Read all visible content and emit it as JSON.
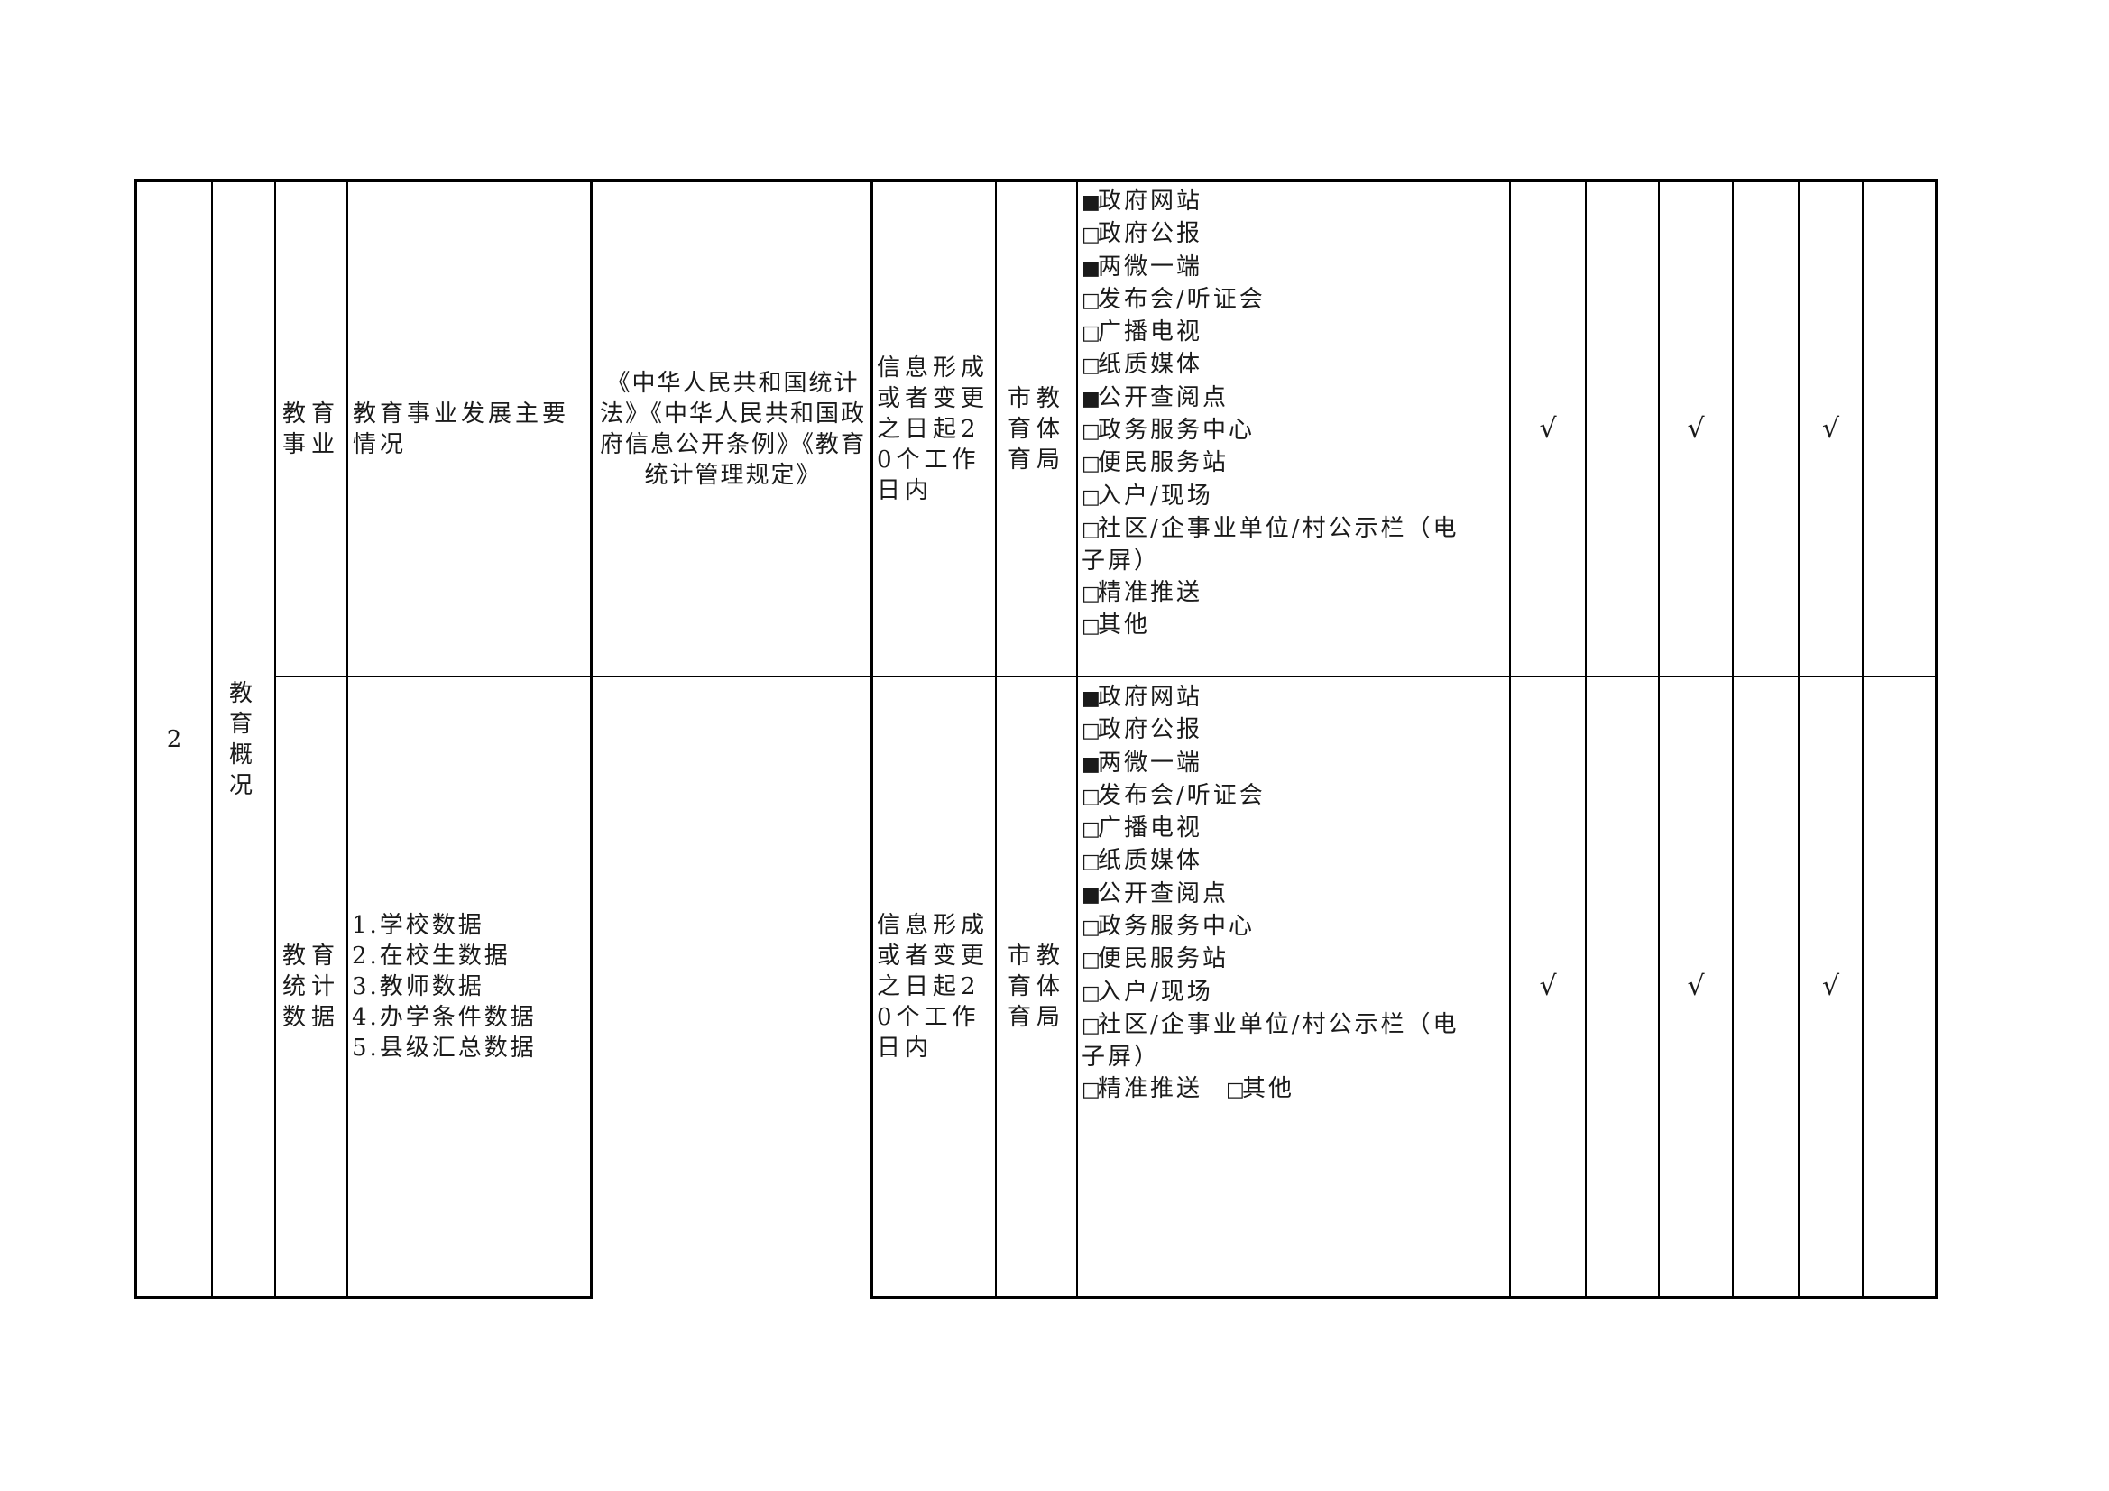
{
  "table": {
    "row": {
      "seq": "2",
      "category": "教育概况",
      "subitems": [
        {
          "name": "教育事业",
          "content": "教育事业发展主要情况",
          "basis": "《中华人民共和国统计法》《中华人民共和国政府信息公开条例》《教育统计管理规定》",
          "timeframe": "信息形成或者变更之日起20个工作日内",
          "subject": "市教育体育局",
          "channels": [
            {
              "mark": "■",
              "label": "政府网站"
            },
            {
              "mark": "□",
              "label": "政府公报"
            },
            {
              "mark": "■",
              "label": "两微一端"
            },
            {
              "mark": "□",
              "label": "发布会/听证会"
            },
            {
              "mark": "□",
              "label": "广播电视"
            },
            {
              "mark": "□",
              "label": "纸质媒体"
            },
            {
              "mark": "■",
              "label": "公开查阅点"
            },
            {
              "mark": "□",
              "label": "政务服务中心"
            },
            {
              "mark": "□",
              "label": "便民服务站"
            },
            {
              "mark": "□",
              "label": "入户/现场"
            },
            {
              "mark": "□",
              "label": "社区/企事业单位/村公示栏（电子屏）"
            },
            {
              "mark": "□",
              "label": "精准推送"
            },
            {
              "mark": "□",
              "label": "其他"
            }
          ],
          "checks": [
            "√",
            "",
            "√",
            "",
            "√",
            ""
          ]
        },
        {
          "name": "教育统计数据",
          "content_lines": [
            "1.学校数据",
            "2.在校生数据",
            "3.教师数据",
            "4.办学条件数据",
            "5.县级汇总数据"
          ],
          "basis": "",
          "timeframe": "信息形成或者变更之日起20个工作日内",
          "subject": "市教育体育局",
          "channels": [
            {
              "mark": "■",
              "label": "政府网站"
            },
            {
              "mark": "□",
              "label": "政府公报"
            },
            {
              "mark": "■",
              "label": "两微一端"
            },
            {
              "mark": "□",
              "label": "发布会/听证会"
            },
            {
              "mark": "□",
              "label": "广播电视"
            },
            {
              "mark": "□",
              "label": "纸质媒体"
            },
            {
              "mark": "■",
              "label": "公开查阅点"
            },
            {
              "mark": "□",
              "label": "政务服务中心"
            },
            {
              "mark": "□",
              "label": "便民服务站"
            },
            {
              "mark": "□",
              "label": "入户/现场"
            },
            {
              "mark": "□",
              "label": "社区/企事业单位/村公示栏（电子屏）"
            },
            {
              "mark": "□",
              "label": "精准推送"
            },
            {
              "mark": "□",
              "label": "其他"
            }
          ],
          "checks": [
            "√",
            "",
            "√",
            "",
            "√",
            ""
          ]
        }
      ]
    }
  }
}
